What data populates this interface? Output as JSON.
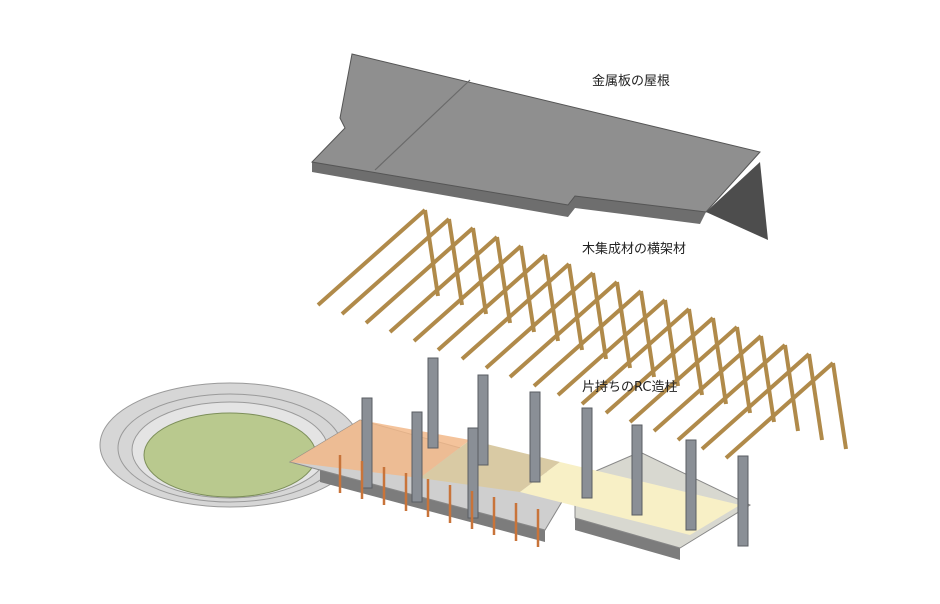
{
  "labels": {
    "roof": "金属板の屋根",
    "beams": "木集成材の横架材",
    "columns": "片持ちのRC造柱"
  },
  "colors": {
    "roof_top": "#8e8e8e",
    "roof_side": "#505050",
    "beam": "#b08a4a",
    "column": "#8a8f96",
    "field": "#b9c98e",
    "floor_orange": "#f2b98a",
    "floor_cream": "#f8f0c6"
  }
}
